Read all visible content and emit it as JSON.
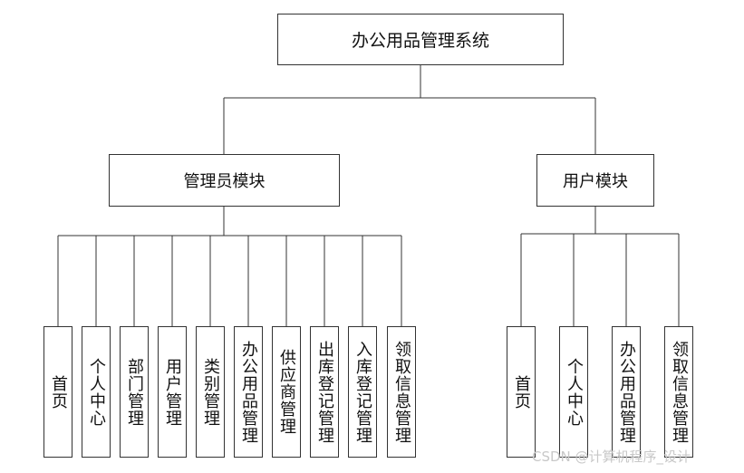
{
  "diagram": {
    "root": "办公用品管理系统",
    "modules": {
      "admin": {
        "title": "管理员模块",
        "children": [
          "首页",
          "个人中心",
          "部门管理",
          "用户管理",
          "类别管理",
          "办公用品管理",
          "供应商管理",
          "出库登记管理",
          "入库登记管理",
          "领取信息管理"
        ]
      },
      "user": {
        "title": "用户模块",
        "children": [
          "首页",
          "个人中心",
          "办公用品管理",
          "领取信息管理"
        ]
      }
    }
  },
  "watermark": "CSDN @计算机程序_设计"
}
